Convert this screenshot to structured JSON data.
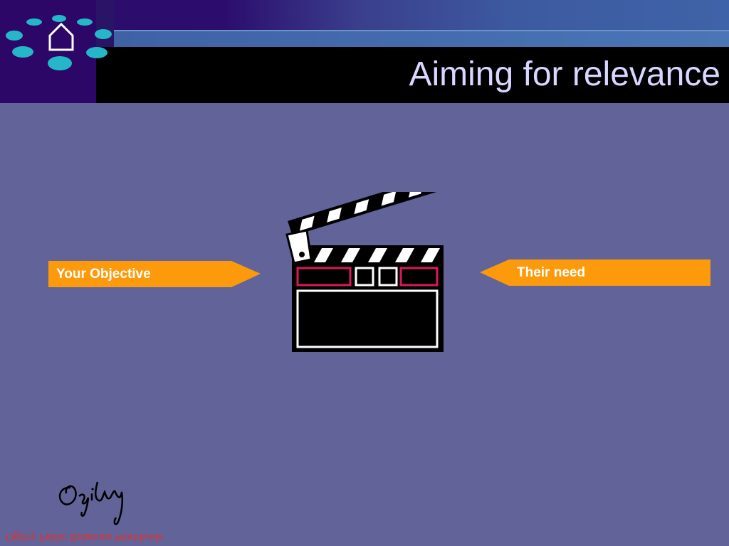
{
  "slide": {
    "title": "Aiming for relevance",
    "colors": {
      "background": "#616399",
      "title_text": "#d9d6ff",
      "arrow_fill": "#fd9a0b",
      "dot_color": "#25b7c9",
      "footer_text": "#e23030"
    }
  },
  "nav": {
    "home_icon": "home-icon",
    "logo_dots_icon": "dots-ring-icon"
  },
  "left_arrow": {
    "label": "Your Objective",
    "icon": "arrow-right-icon"
  },
  "right_arrow": {
    "label": "Their need",
    "icon": "arrow-left-icon"
  },
  "center_graphic": {
    "icon": "clapperboard-icon"
  },
  "footer": {
    "signature": "Ogilvy",
    "company": "Ogilvy Public Relations Worldwide"
  }
}
